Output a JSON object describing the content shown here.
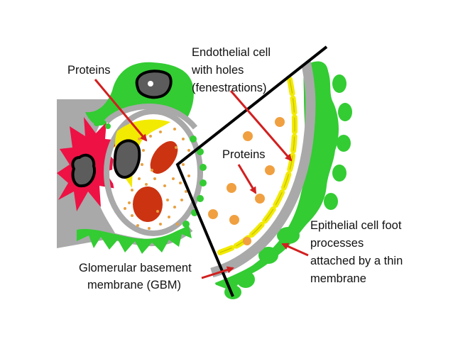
{
  "labels": {
    "proteins_left": "Proteins",
    "endothelial": [
      "Endothelial cell",
      "with holes",
      "(fenestrations)"
    ],
    "proteins_right": "Proteins",
    "epithelial": [
      "Epithelial cell foot",
      "processes",
      "attached by a thin",
      "membrane"
    ],
    "gbm": [
      "Glomerular basement",
      "membrane (GBM)"
    ]
  },
  "colors": {
    "podocyte_green": "#33cc33",
    "mesangial_red": "#ee1144",
    "gbm_gray": "#a9a9a9",
    "endothelium_yellow": "#f2ea00",
    "rbc_red": "#cc3311",
    "protein_orange": "#f0a040",
    "nucleus_gray": "#5c5c5c",
    "arrow_red": "#d21f1f",
    "wedge_line": "#000000"
  }
}
